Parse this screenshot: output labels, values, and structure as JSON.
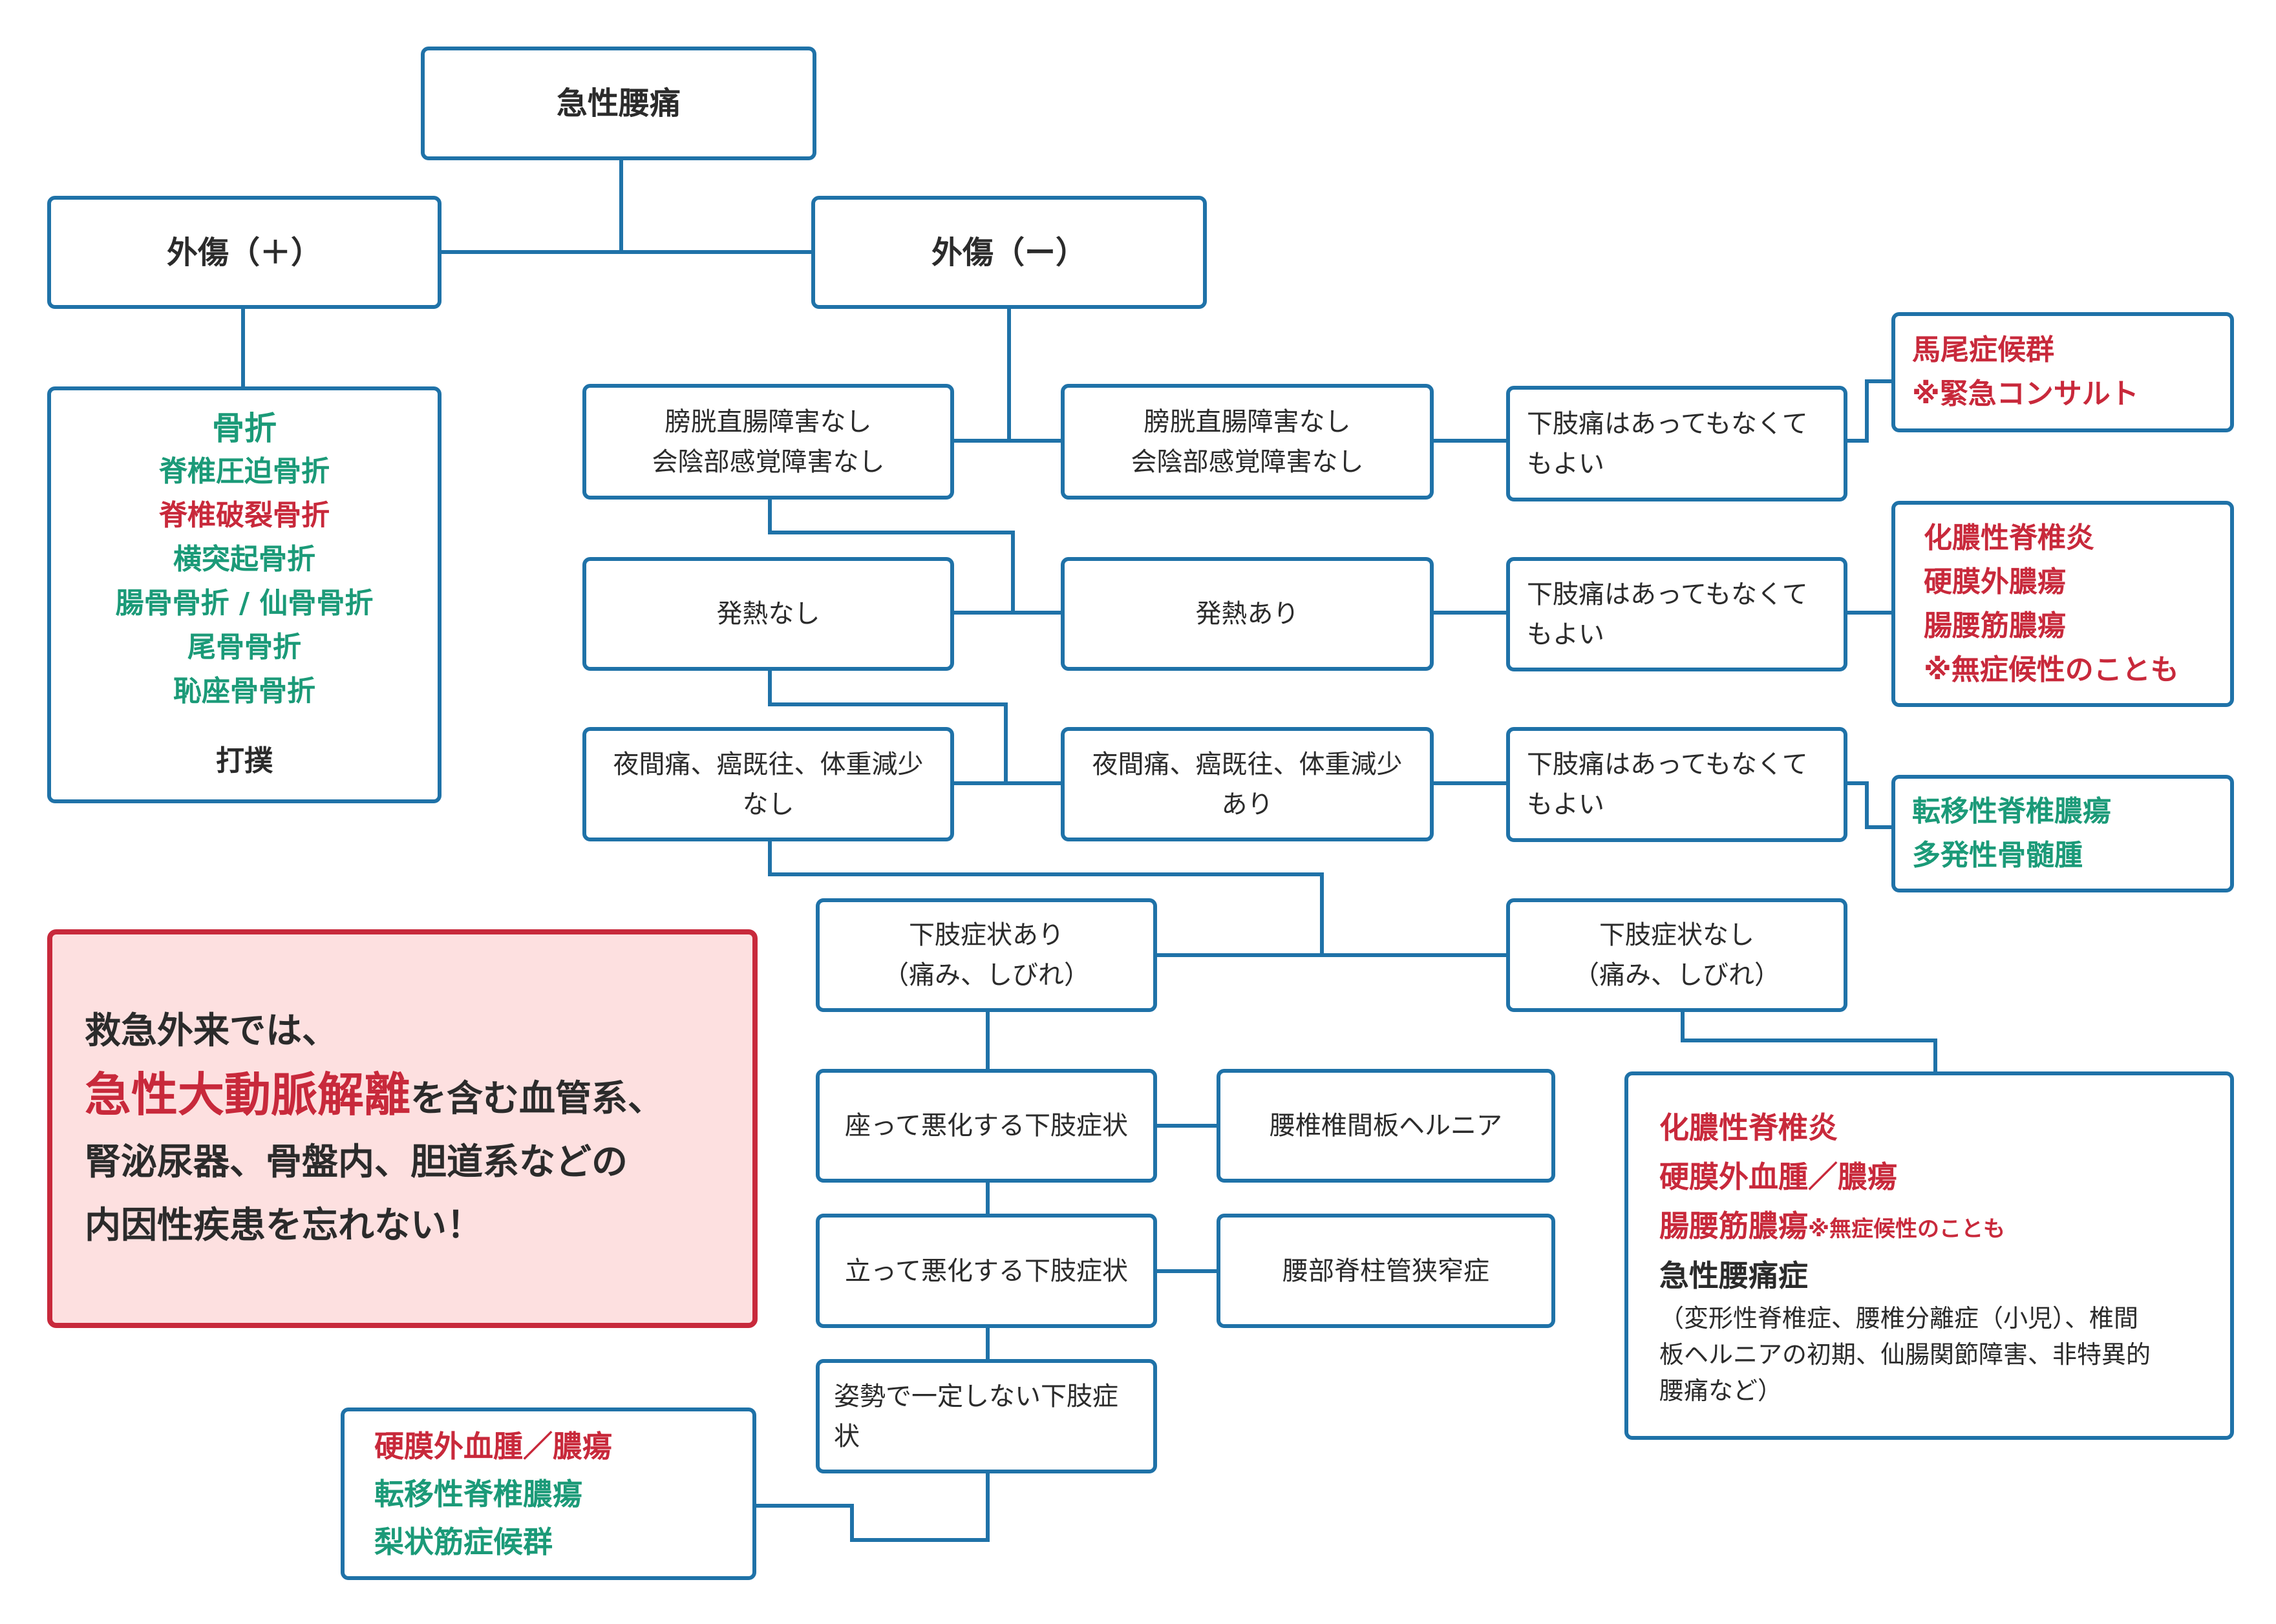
{
  "root": "急性腰痛",
  "trauma_pos": "外傷（＋）",
  "trauma_neg": "外傷（ー）",
  "fracture_box": {
    "title": "骨折",
    "items": [
      "脊椎圧迫骨折",
      "脊椎破裂骨折",
      "横突起骨折",
      "腸骨骨折 / 仙骨骨折",
      "尾骨骨折",
      "恥座骨骨折"
    ],
    "bruise": "打撲"
  },
  "left_col": {
    "bladder_none": "膀胱直腸障害なし\n会陰部感覚障害なし",
    "fever_none": "発熱なし",
    "night_none": "夜間痛、癌既往、体重減少\nなし"
  },
  "mid_col": {
    "bladder_yes": "膀胱直腸障害なし\n会陰部感覚障害なし",
    "fever_yes": "発熱あり",
    "night_yes": "夜間痛、癌既往、体重減少\nあり"
  },
  "leg_any": [
    "下肢痛はあってもなくて\nもよい",
    "下肢痛はあってもなくて\nもよい",
    "下肢痛はあってもなくて\nもよい"
  ],
  "result_cauda": {
    "title": "馬尾症候群",
    "note": "※緊急コンサルト"
  },
  "result_infection": {
    "items": [
      "化膿性脊椎炎",
      "硬膜外膿瘍",
      "腸腰筋膿瘍"
    ],
    "note": "※無症候性のことも"
  },
  "result_tumor": {
    "items": [
      "転移性脊椎膿瘍",
      "多発性骨髄腫"
    ]
  },
  "leg_yes": "下肢症状あり\n（痛み、しびれ）",
  "leg_no": "下肢症状なし\n（痛み、しびれ）",
  "sit_worse": "座って悪化する下肢症状",
  "stand_worse": "立って悪化する下肢症状",
  "posture_any": "姿勢で一定しない下肢症\n状",
  "disc_herniation": "腰椎椎間板ヘルニア",
  "stenosis": "腰部脊柱管狭窄症",
  "bottom_left": {
    "red": "硬膜外血腫／膿瘍",
    "teal": [
      "転移性脊椎膿瘍",
      "梨状筋症候群"
    ]
  },
  "right_bottom": {
    "items": [
      "化膿性脊椎炎",
      "硬膜外血腫／膿瘍",
      "腸腰筋膿瘍"
    ],
    "note": "※無症候性のことも",
    "acute": "急性腰痛症",
    "detail": "（変形性脊椎症、腰椎分離症（小児）、椎間\n板ヘルニアの初期、仙腸関節障害、非特異的\n腰痛など）"
  },
  "warning": {
    "line1": "救急外来では、",
    "emph": "急性大動脈解離",
    "line2_rest": "を含む血管系、",
    "line3": "腎泌尿器、骨盤内、胆道系などの",
    "line4": "内因性疾患を忘れない！"
  },
  "colors": {
    "border": "#1f72a8",
    "red": "#c8293b",
    "teal": "#1b9a78",
    "warning_bg": "#fde0e0"
  }
}
